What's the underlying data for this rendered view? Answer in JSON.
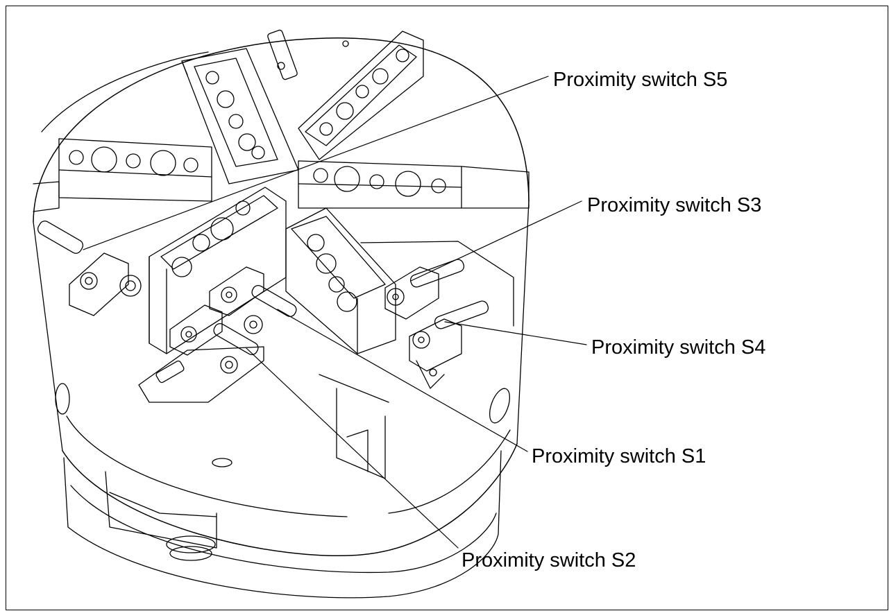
{
  "figure": {
    "callouts": {
      "s5": "Proximity switch  S5",
      "s3": "Proximity switch  S3",
      "s4": "Proximity switch S4",
      "s1": "Proximity switch  S1",
      "s2": "Proximity switch  S2"
    },
    "colors": {
      "line": "#000000",
      "background": "#ffffff"
    }
  }
}
